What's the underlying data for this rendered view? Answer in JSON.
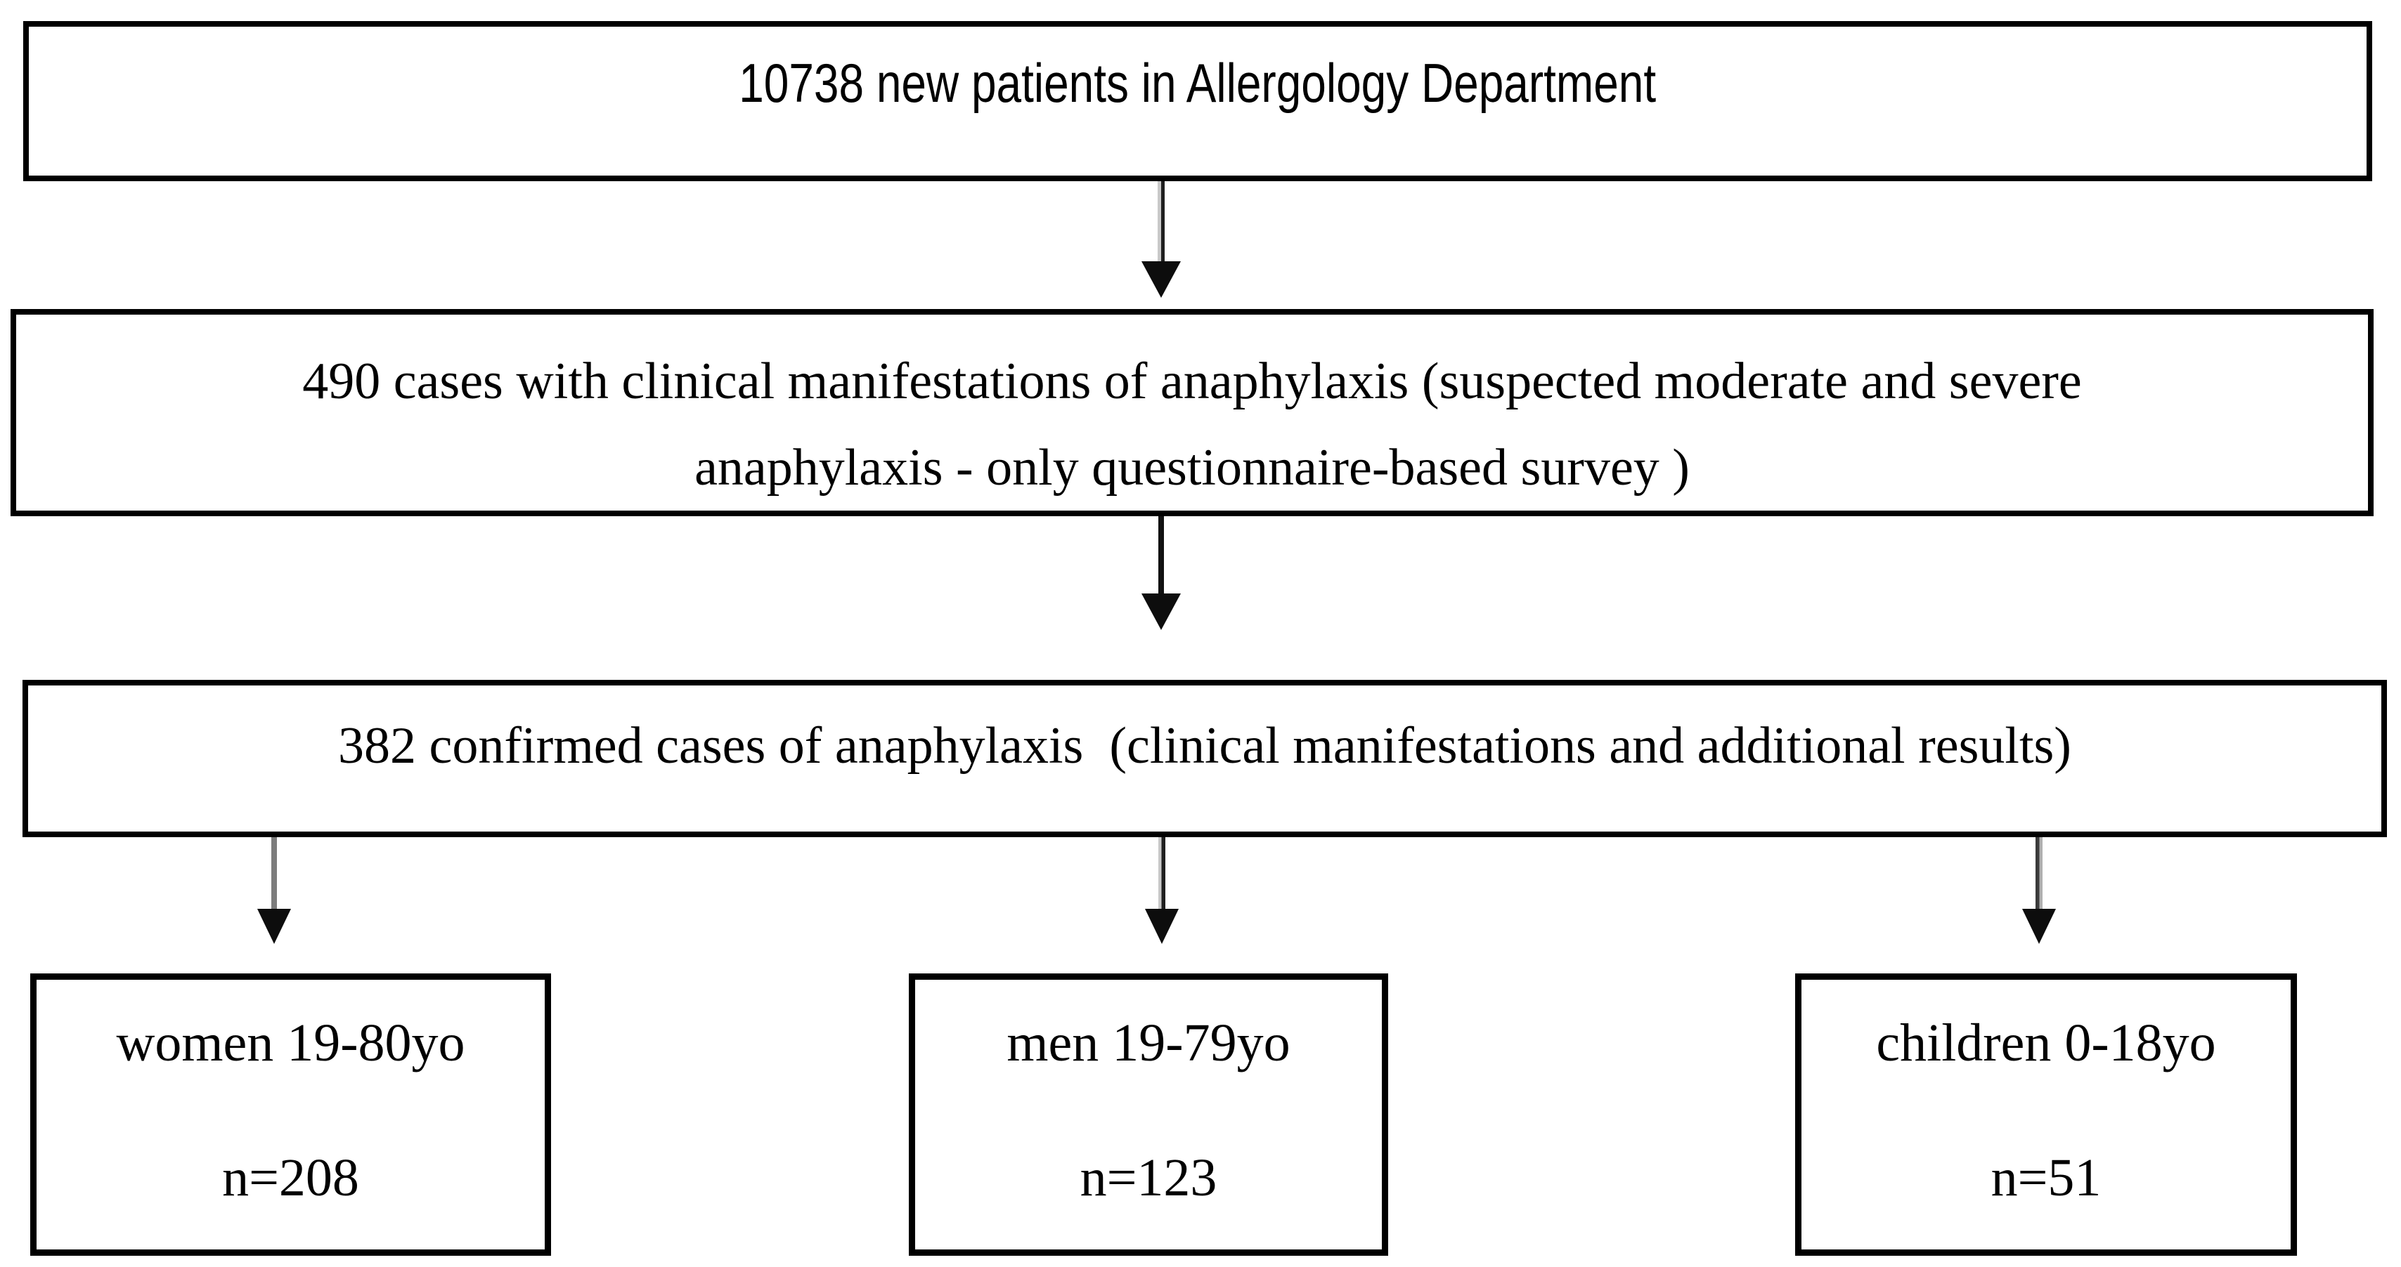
{
  "flowchart": {
    "top_box": {
      "text": "10738 new patients in Allergology Department"
    },
    "second_box": {
      "line1": "490 cases with clinical manifestations of anaphylaxis (suspected moderate and severe",
      "line2": "anaphylaxis - only questionnaire-based survey )"
    },
    "third_box": {
      "text": "382 confirmed cases of anaphylaxis  (clinical manifestations and additional results)"
    },
    "leaf_boxes": [
      {
        "id": "women",
        "label": "women 19-80yo",
        "count": "n=208"
      },
      {
        "id": "men",
        "label": "men 19-79yo",
        "count": "n=123"
      },
      {
        "id": "children",
        "label": "children 0-18yo",
        "count": "n=51"
      }
    ],
    "colors": {
      "background": "#ffffff",
      "box_border": "#000000",
      "text": "#000000",
      "arrow_head": "#0d0d0d",
      "arrow_line_dark": "#1f1f1f",
      "arrow_line_gray": "#7d7d7d",
      "arrow_line_light": "#c9c9c9"
    }
  }
}
